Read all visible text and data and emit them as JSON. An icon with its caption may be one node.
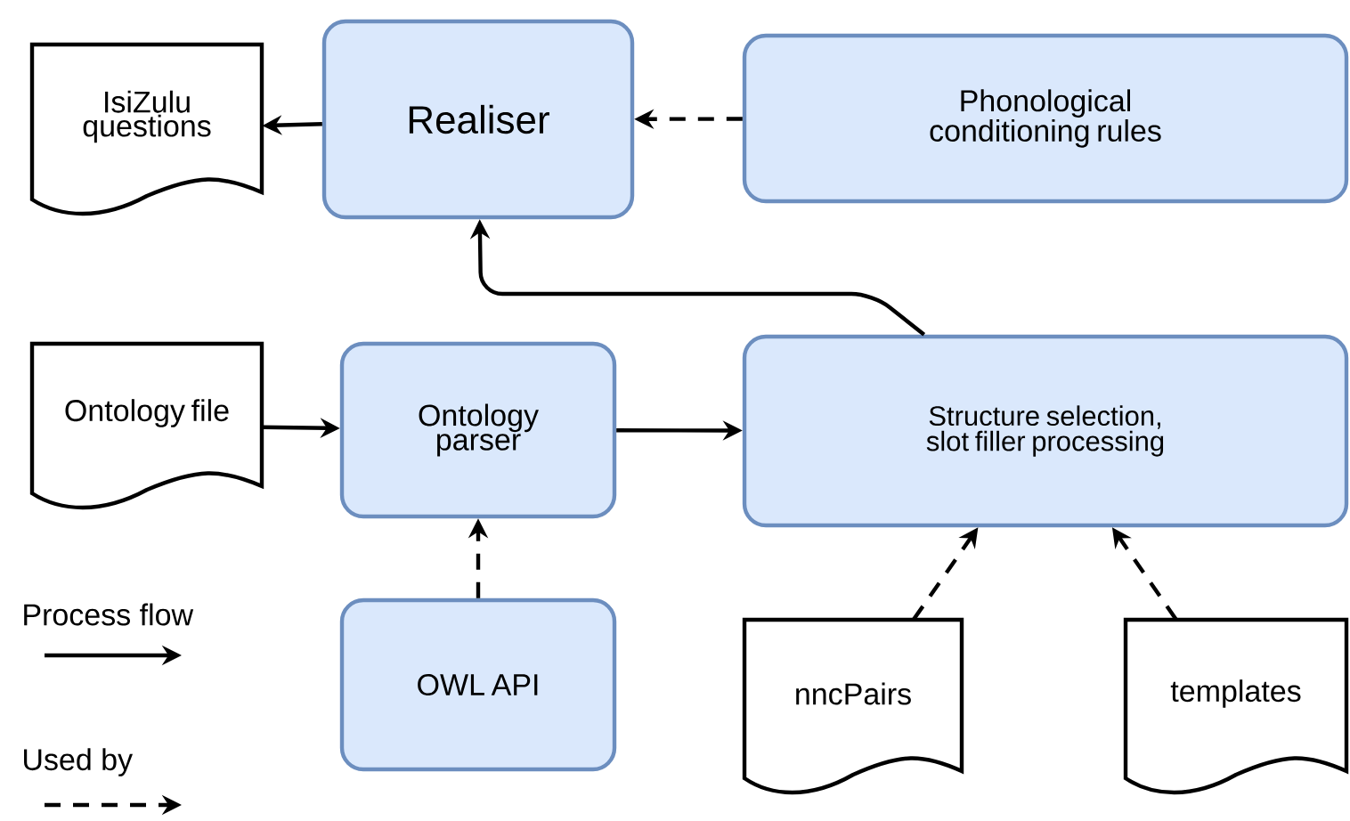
{
  "diagram": {
    "nodes": [
      {
        "text": [
          "IsiZulu questions"
        ]
      },
      {
        "text": [
          "Realiser"
        ]
      },
      {
        "text": [
          "Phonological conditioning rules"
        ]
      },
      {
        "text": [
          "Ontology file"
        ]
      },
      {
        "text": [
          "Ontology parser"
        ]
      },
      {
        "text": [
          "Structure selection, slot filler processing"
        ]
      },
      {
        "text": [
          "OWL API"
        ]
      },
      {
        "text": [
          "nncPairs"
        ]
      },
      {
        "text": [
          "templates"
        ]
      }
    ],
    "edges": [
      {
        "from": 1,
        "to": 0,
        "arrow": "to"
      },
      {
        "from": 2,
        "to": 1,
        "arrow": "to",
        "style": "dashed"
      },
      {
        "from": 5,
        "to": 1,
        "arrow": "to"
      },
      {
        "from": 3,
        "to": 4,
        "arrow": "to"
      },
      {
        "from": 4,
        "to": 5,
        "arrow": "to"
      },
      {
        "from": 6,
        "to": 4,
        "arrow": "to",
        "style": "dashed"
      },
      {
        "from": 7,
        "to": 5,
        "arrow": "to",
        "style": "dashed"
      },
      {
        "from": 8,
        "to": 5,
        "arrow": "to",
        "style": "dashed"
      }
    ],
    "legend": [
      {
        "text": "Process flow"
      },
      {
        "text": "Used by"
      }
    ]
  }
}
